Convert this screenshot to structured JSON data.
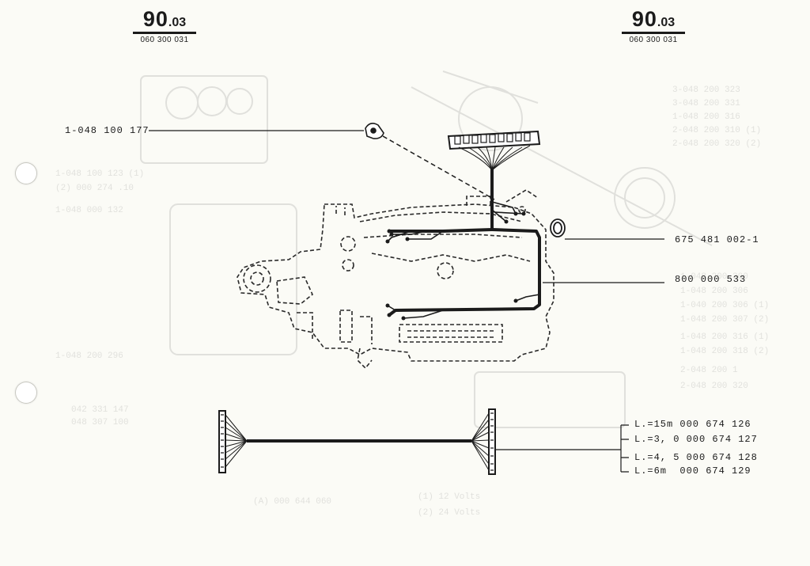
{
  "page_left": {
    "number": "90",
    "suffix": ".03",
    "code": "060 300 031"
  },
  "page_right": {
    "number": "90",
    "suffix": ".03",
    "code": "060 300 031"
  },
  "callouts": {
    "sensor": "1-048 100 177",
    "clip": "675 481 002-1",
    "harness": "800 000 533"
  },
  "extension_cables": [
    "L.=15m 000 674 126",
    "L.=3, 0 000 674 127",
    "L.=4, 5 000 674 128",
    "L.=6m  000 674 129"
  ]
}
